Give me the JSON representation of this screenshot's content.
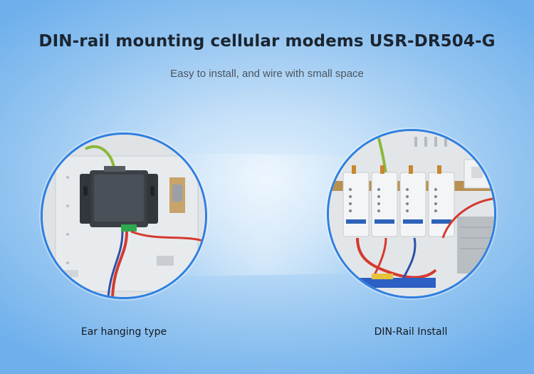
{
  "header": {
    "title": "DIN-rail mounting cellular modems USR-DR504-G",
    "subtitle": "Easy to install, and wire with small space"
  },
  "panels": [
    {
      "caption": "Ear hanging type",
      "image": "ear-hanging-modem-photo"
    },
    {
      "caption": "DIN-Rail Install",
      "image": "din-rail-modems-photo"
    }
  ],
  "colors": {
    "ring": "#2f7fe0",
    "title": "#1b2530",
    "background_edge": "#6fb0ec",
    "background_center": "#e4f1fd"
  }
}
